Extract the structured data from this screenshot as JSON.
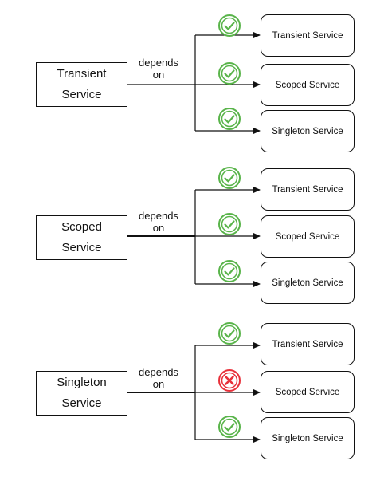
{
  "groups": [
    {
      "source": {
        "line1": "Transient",
        "line2": "Service"
      },
      "depends": {
        "line1": "depends",
        "line2": "on"
      },
      "targets": [
        {
          "label": "Transient Service",
          "status": "ok"
        },
        {
          "label": "Scoped Service",
          "status": "ok"
        },
        {
          "label": "Singleton Service",
          "status": "ok"
        }
      ]
    },
    {
      "source": {
        "line1": "Scoped",
        "line2": "Service"
      },
      "depends": {
        "line1": "depends",
        "line2": "on"
      },
      "targets": [
        {
          "label": "Transient Service",
          "status": "ok"
        },
        {
          "label": "Scoped Service",
          "status": "ok"
        },
        {
          "label": "Singleton Service",
          "status": "ok"
        }
      ]
    },
    {
      "source": {
        "line1": "Singleton",
        "line2": "Service"
      },
      "depends": {
        "line1": "depends",
        "line2": "on"
      },
      "targets": [
        {
          "label": "Transient Service",
          "status": "ok"
        },
        {
          "label": "Scoped Service",
          "status": "error"
        },
        {
          "label": "Singleton Service",
          "status": "ok"
        }
      ]
    }
  ],
  "colors": {
    "ok": "#59b44a",
    "error": "#e8303a",
    "line": "#111111"
  },
  "icons": {
    "ok": "check-circle-icon",
    "error": "x-circle-icon"
  }
}
